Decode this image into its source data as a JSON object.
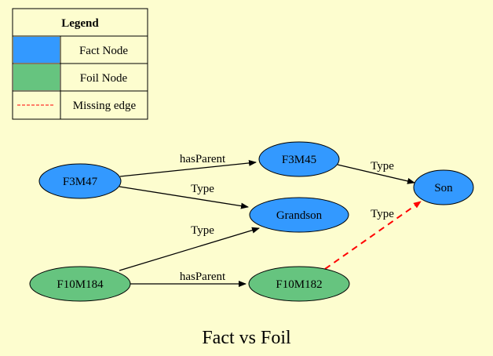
{
  "legend": {
    "title": "Legend",
    "items": [
      {
        "label": "Fact Node",
        "color": "#3399ff"
      },
      {
        "label": "Foil Node",
        "color": "#66c47f"
      },
      {
        "label": "Missing edge",
        "color": "#ff0000"
      }
    ]
  },
  "nodes": {
    "f3m47": {
      "label": "F3M47",
      "color": "#3399ff"
    },
    "f3m45": {
      "label": "F3M45",
      "color": "#3399ff"
    },
    "son": {
      "label": "Son",
      "color": "#3399ff"
    },
    "grandson": {
      "label": "Grandson",
      "color": "#3399ff"
    },
    "f10m184": {
      "label": "F10M184",
      "color": "#66c47f"
    },
    "f10m182": {
      "label": "F10M182",
      "color": "#66c47f"
    }
  },
  "edges": {
    "f3m47_f3m45": {
      "label": "hasParent"
    },
    "f3m45_son": {
      "label": "Type"
    },
    "f3m47_grandson": {
      "label": "Type"
    },
    "f10m184_grandson": {
      "label": "Type"
    },
    "f10m184_f10m182": {
      "label": "hasParent"
    },
    "f10m182_son": {
      "label": "Type",
      "style": "dashed",
      "color": "#ff0000"
    }
  },
  "caption": "Fact vs Foil"
}
